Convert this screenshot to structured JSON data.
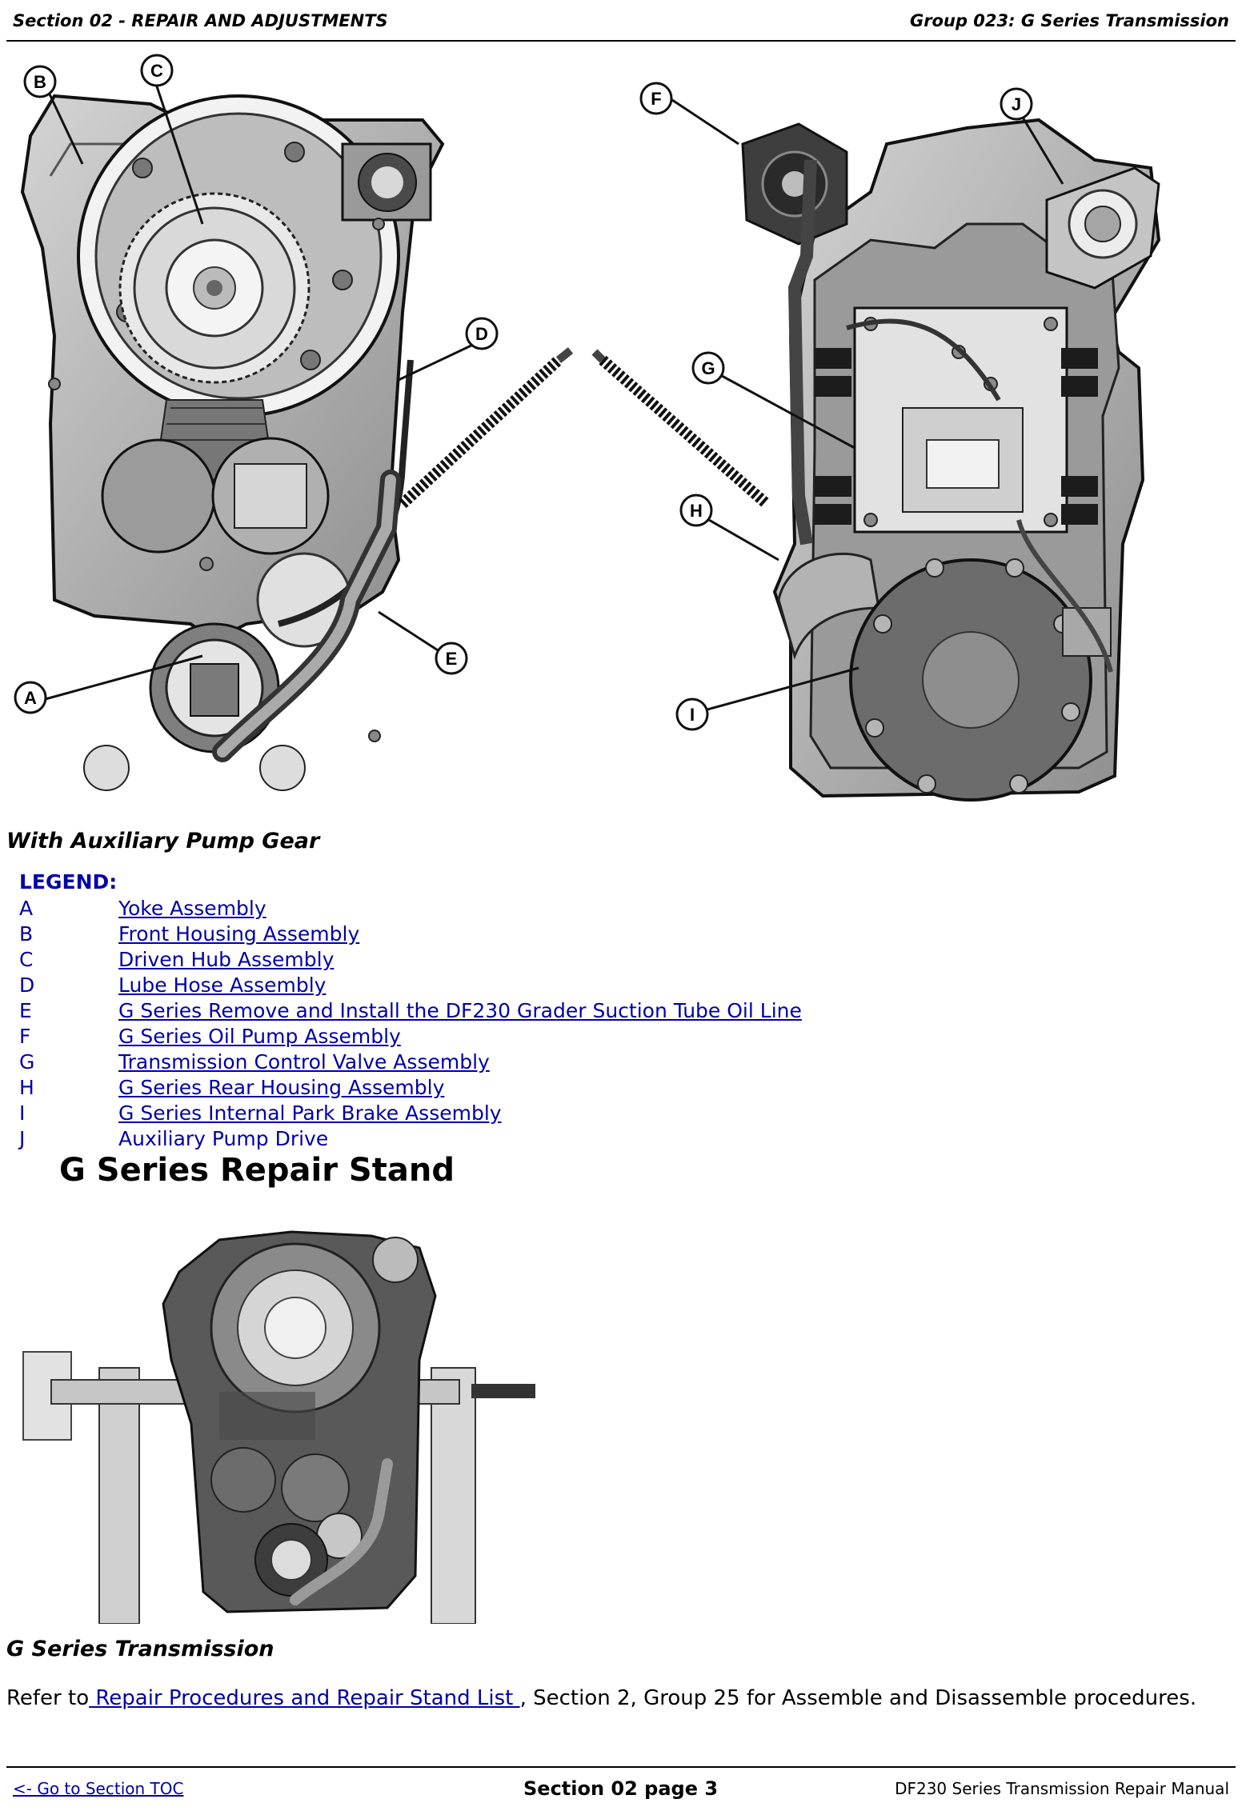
{
  "header": {
    "left": "Section 02 - REPAIR AND ADJUSTMENTS",
    "right": "Group 023: G Series Transmission"
  },
  "figure1": {
    "callouts": [
      "A",
      "B",
      "C",
      "D",
      "E",
      "F",
      "G",
      "H",
      "I",
      "J"
    ]
  },
  "caption1": "With Auxiliary Pump Gear",
  "legend": {
    "title": "LEGEND:",
    "items": [
      {
        "letter": "A",
        "text": "Yoke Assembly"
      },
      {
        "letter": "B",
        "text": "Front Housing Assembly"
      },
      {
        "letter": "C",
        "text": "Driven Hub Assembly"
      },
      {
        "letter": "D",
        "text": "Lube Hose Assembly"
      },
      {
        "letter": "E",
        "text": "G Series Remove and Install the DF230 Grader Suction Tube Oil Line"
      },
      {
        "letter": "F",
        "text": "G Series Oil Pump Assembly"
      },
      {
        "letter": "G",
        "text": "Transmission Control Valve Assembly"
      },
      {
        "letter": "H",
        "text": "G Series Rear Housing Assembly"
      },
      {
        "letter": "I",
        "text": "G Series Internal Park Brake Assembly"
      },
      {
        "letter": "J",
        "text": "Auxiliary Pump Drive"
      }
    ]
  },
  "section_heading": "G Series Repair Stand",
  "caption2": "G Series Transmission",
  "refer": {
    "prefix": "Refer to",
    "link": " Repair Procedures and Repair Stand List ",
    "suffix": ", Section 2, Group 25 for Assemble and Disassemble procedures."
  },
  "footer": {
    "toc": "<- Go to Section TOC",
    "page": "Section 02 page 3",
    "manual": "DF230 Series Transmission Repair Manual"
  }
}
